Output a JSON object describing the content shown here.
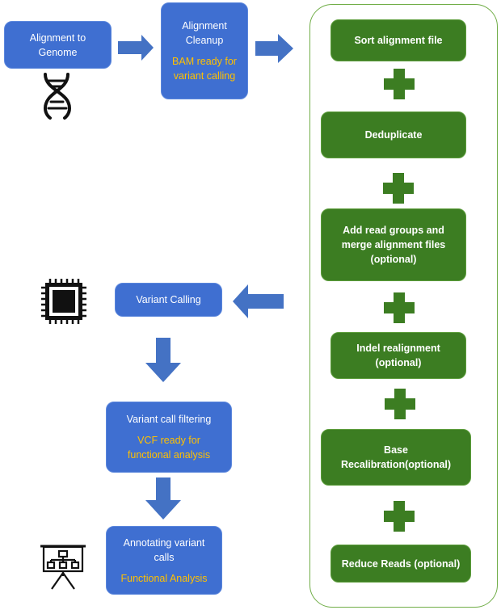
{
  "colors": {
    "blue_box": "#3f6fd1",
    "green_box": "#3c7d22",
    "plus": "#3c7d22",
    "arrow": "#4472c4",
    "panel_border": "#70ad47",
    "highlight_text": "#ffc000"
  },
  "left": {
    "alignment_to_genome": "Alignment to Genome",
    "alignment_cleanup": "Alignment Cleanup",
    "alignment_cleanup_note": "BAM ready for variant calling",
    "variant_calling": "Variant Calling",
    "variant_filtering": "Variant call filtering",
    "variant_filtering_note": "VCF ready for functional analysis",
    "annotating": "Annotating variant calls",
    "annotating_note": "Functional Analysis"
  },
  "steps": {
    "sort": "Sort alignment file",
    "dedup": "Deduplicate",
    "readgroups": "Add read groups and merge alignment files (optional)",
    "indel": "Indel realignment (optional)",
    "bqsr": "Base Recalibration(optional)",
    "reduce": "Reduce Reads (optional)"
  },
  "icons": [
    "dna-icon",
    "cpu-chip-icon",
    "presentation-board-icon",
    "plus-icon",
    "arrow-right-icon",
    "arrow-left-icon",
    "arrow-down-icon"
  ]
}
